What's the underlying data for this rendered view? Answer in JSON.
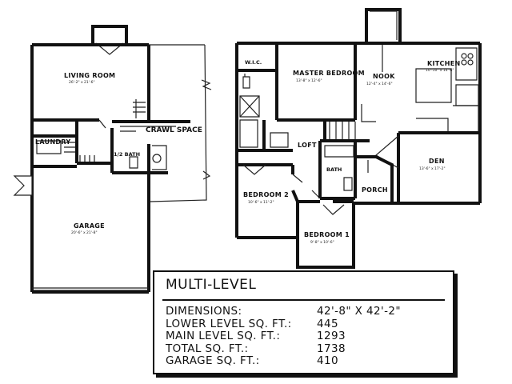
{
  "rooms": {
    "living_room": {
      "name": "LIVING ROOM",
      "dims": "26'-2\" x 21'-6\""
    },
    "laundry": {
      "name": "LAUNDRY"
    },
    "crawl_space": {
      "name": "CRAWL SPACE"
    },
    "half_bath": {
      "name": "1/2 BATH"
    },
    "garage": {
      "name": "GARAGE",
      "dims": "20'-6\" x 21'-8\""
    },
    "wic": {
      "name": "W.I.C."
    },
    "master_bedroom": {
      "name": "MASTER BEDROOM",
      "dims": "13'-8\" x 12'-6\""
    },
    "nook": {
      "name": "NOOK",
      "dims": "12'-4\" x 14'-6\""
    },
    "kitchen": {
      "name": "KITCHEN",
      "dims": "10'-10\" x 14'-6\""
    },
    "loft": {
      "name": "LOFT"
    },
    "bath": {
      "name": "BATH"
    },
    "den": {
      "name": "DEN",
      "dims": "13'-6\" x 17'-2\""
    },
    "bedroom_2": {
      "name": "BEDROOM 2",
      "dims": "10'-6\" x 11'-2\""
    },
    "porch": {
      "name": "PORCH"
    },
    "bedroom_1": {
      "name": "BEDROOM 1",
      "dims": "9'-8\" x 10'-6\""
    }
  },
  "info_box": {
    "title": "MULTI-LEVEL",
    "rows": [
      {
        "label": "DIMENSIONS:",
        "value": "42'-8\" X 42'-2\""
      },
      {
        "label": "LOWER LEVEL SQ. FT.:",
        "value": "445"
      },
      {
        "label": "MAIN LEVEL SQ. FT.:",
        "value": "1293"
      },
      {
        "label": "TOTAL SQ. FT.:",
        "value": "1738"
      },
      {
        "label": "GARAGE SQ. FT.:",
        "value": "410"
      }
    ]
  }
}
